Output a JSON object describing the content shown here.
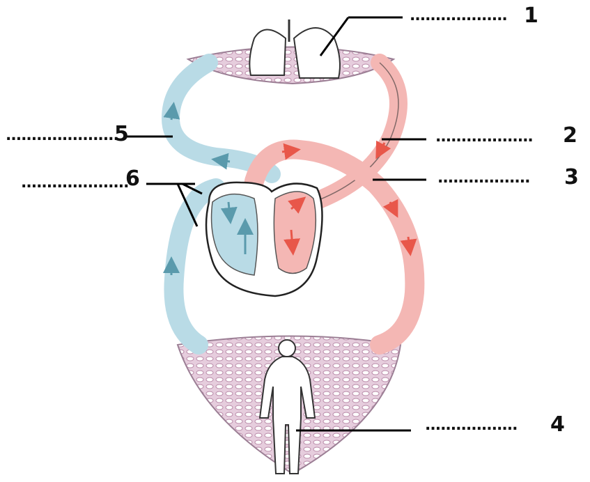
{
  "colors": {
    "oxygenated": "#f4b7b4",
    "deoxygenated": "#b9dbe6",
    "oxygenated_arrow": "#e8574a",
    "deoxygenated_arrow": "#5a9aac",
    "capillary_bed": "#dfc3d6",
    "outline": "#333333",
    "pointer": "#000000"
  },
  "icons": {
    "lungs": "lungs-icon",
    "heart": "heart-icon",
    "body": "human-body-icon"
  },
  "labels": [
    {
      "id": "1",
      "number": "1",
      "blank": "..................."
    },
    {
      "id": "2",
      "number": "2",
      "blank": "..................."
    },
    {
      "id": "3",
      "number": "3",
      "blank": ".................."
    },
    {
      "id": "4",
      "number": "4",
      "blank": ".................."
    },
    {
      "id": "5",
      "number": "5",
      "blank": "......................"
    },
    {
      "id": "6",
      "number": "6",
      "blank": "....................."
    }
  ]
}
